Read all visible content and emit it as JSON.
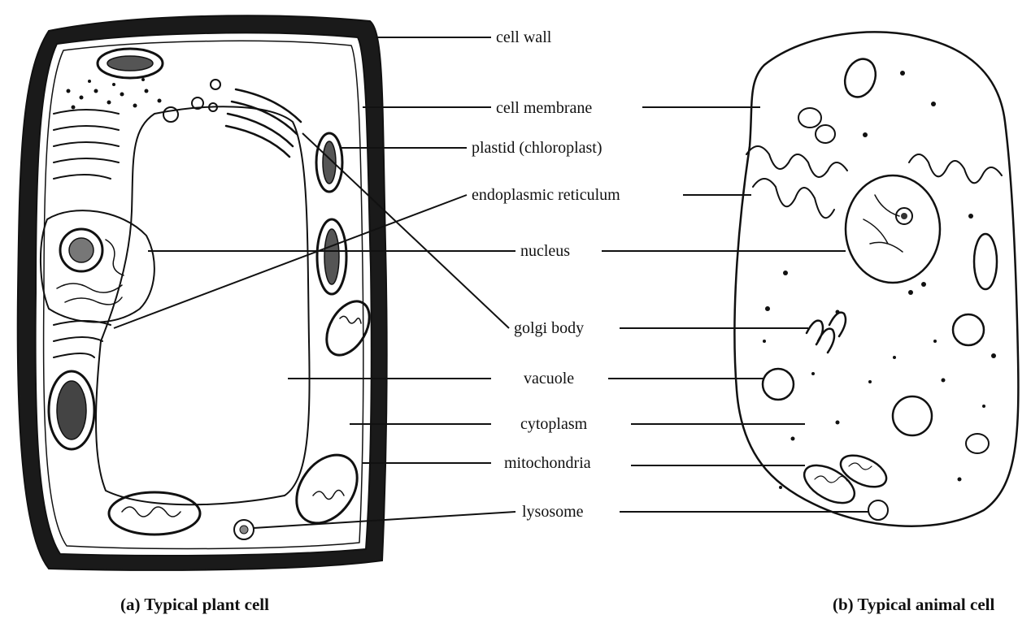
{
  "labels": {
    "cell_wall": "cell wall",
    "cell_membrane": "cell membrane",
    "plastid": "plastid (chloroplast)",
    "endoplasmic_reticulum": "endoplasmic reticulum",
    "nucleus": "nucleus",
    "golgi_body": "golgi body",
    "vacuole": "vacuole",
    "cytoplasm": "cytoplasm",
    "mitochondria": "mitochondria",
    "lysosome": "lysosome"
  },
  "captions": {
    "plant": "(a) Typical plant cell",
    "animal": "(b) Typical animal cell"
  },
  "colors": {
    "ink": "#111111",
    "background": "#ffffff",
    "wall": "#1a1a1a"
  }
}
